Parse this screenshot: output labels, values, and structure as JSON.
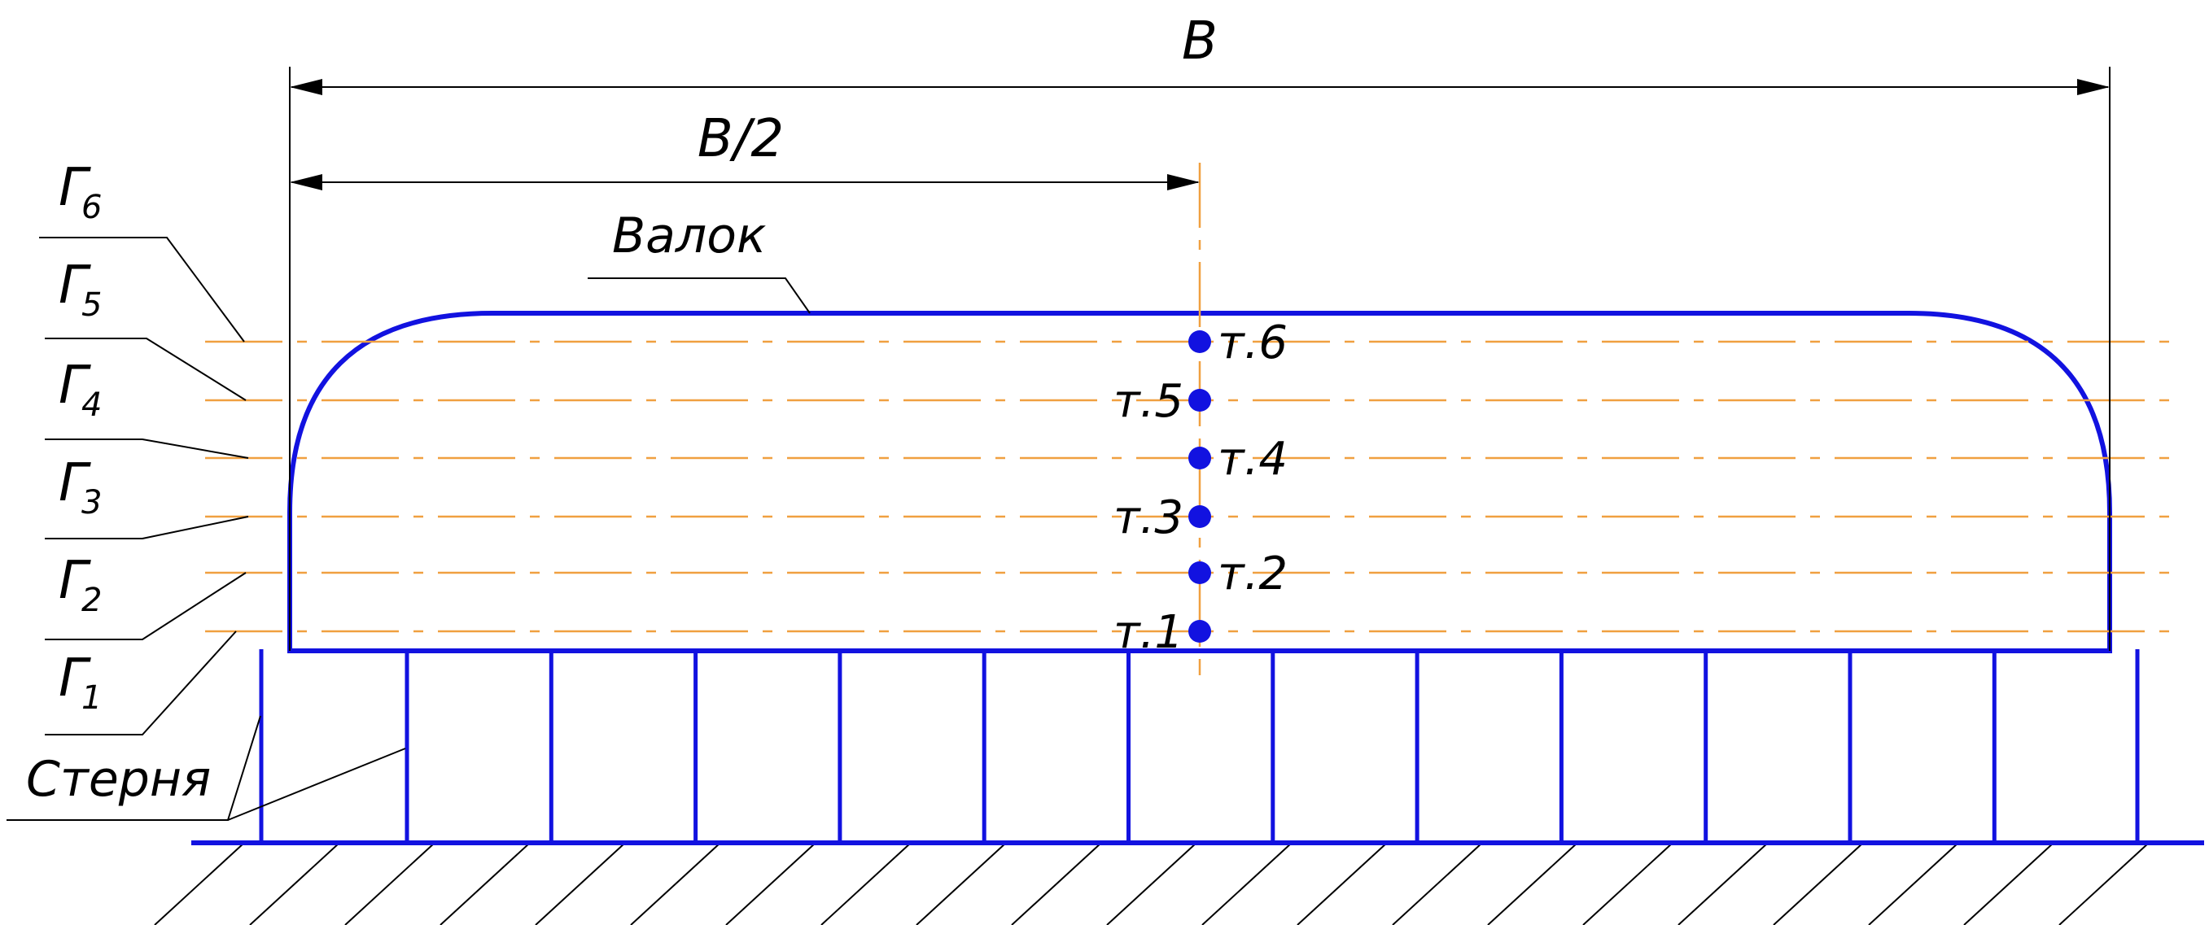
{
  "dimensions": {
    "full_width_label": "B",
    "half_width_label": "B/2"
  },
  "labels": {
    "roller": "Валок",
    "stubble": "Стерня"
  },
  "horizons": [
    {
      "letter": "Г",
      "index": "6"
    },
    {
      "letter": "Г",
      "index": "5"
    },
    {
      "letter": "Г",
      "index": "4"
    },
    {
      "letter": "Г",
      "index": "3"
    },
    {
      "letter": "Г",
      "index": "2"
    },
    {
      "letter": "Г",
      "index": "1"
    }
  ],
  "points": [
    {
      "label": "т.6"
    },
    {
      "label": "т.5"
    },
    {
      "label": "т.4"
    },
    {
      "label": "т.3"
    },
    {
      "label": "т.2"
    },
    {
      "label": "т.1"
    }
  ],
  "colors": {
    "structure": "#1212e0",
    "horizon_lines": "#f0a040",
    "dimension": "#000000",
    "point": "#1212e0"
  }
}
